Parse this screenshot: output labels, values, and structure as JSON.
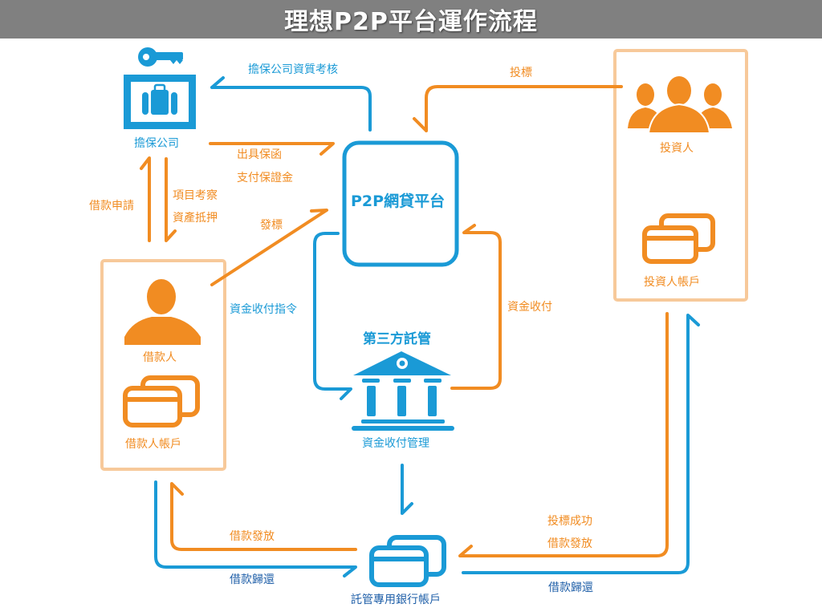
{
  "title": "理想P2P平台運作流程",
  "colors": {
    "orange": "#f18c22",
    "blue": "#1a9ad6",
    "dark_blue": "#1f5fa8",
    "title_bg": "#808080"
  },
  "nodes": {
    "guarantor": {
      "label": "擔保公司",
      "icons": [
        "key-icon",
        "briefcase-icon"
      ]
    },
    "platform": {
      "label": "P2P網貸平台"
    },
    "investor": {
      "label": "投資人",
      "icon": "group-icon"
    },
    "investor_account": {
      "label": "投資人帳戶",
      "icon": "credit-card-icon"
    },
    "borrower": {
      "label": "借款人",
      "icon": "person-icon"
    },
    "borrower_account": {
      "label": "借款人帳戶",
      "icon": "credit-card-icon"
    },
    "custodian": {
      "title": "第三方託管",
      "label": "資金收付管理",
      "icon": "bank-icon"
    },
    "escrow_account": {
      "label": "託管專用銀行帳戶",
      "icon": "credit-card-icon"
    }
  },
  "edges": {
    "guarantor_review": "擔保公司資質考核",
    "bid": "投標",
    "guarantee_line1": "出具保函",
    "guarantee_line2": "支付保證金",
    "loan_application": "借款申請",
    "project_review_line1": "項目考察",
    "project_review_line2": "資產抵押",
    "issue_bid": "發標",
    "payment_instruction": "資金收付指令",
    "fund_collection": "資金收付",
    "bid_success_line1": "投標成功",
    "bid_success_line2": "借款發放",
    "loan_disbursement": "借款發放",
    "loan_repayment_left": "借款歸還",
    "loan_repayment_right": "借款歸還"
  }
}
